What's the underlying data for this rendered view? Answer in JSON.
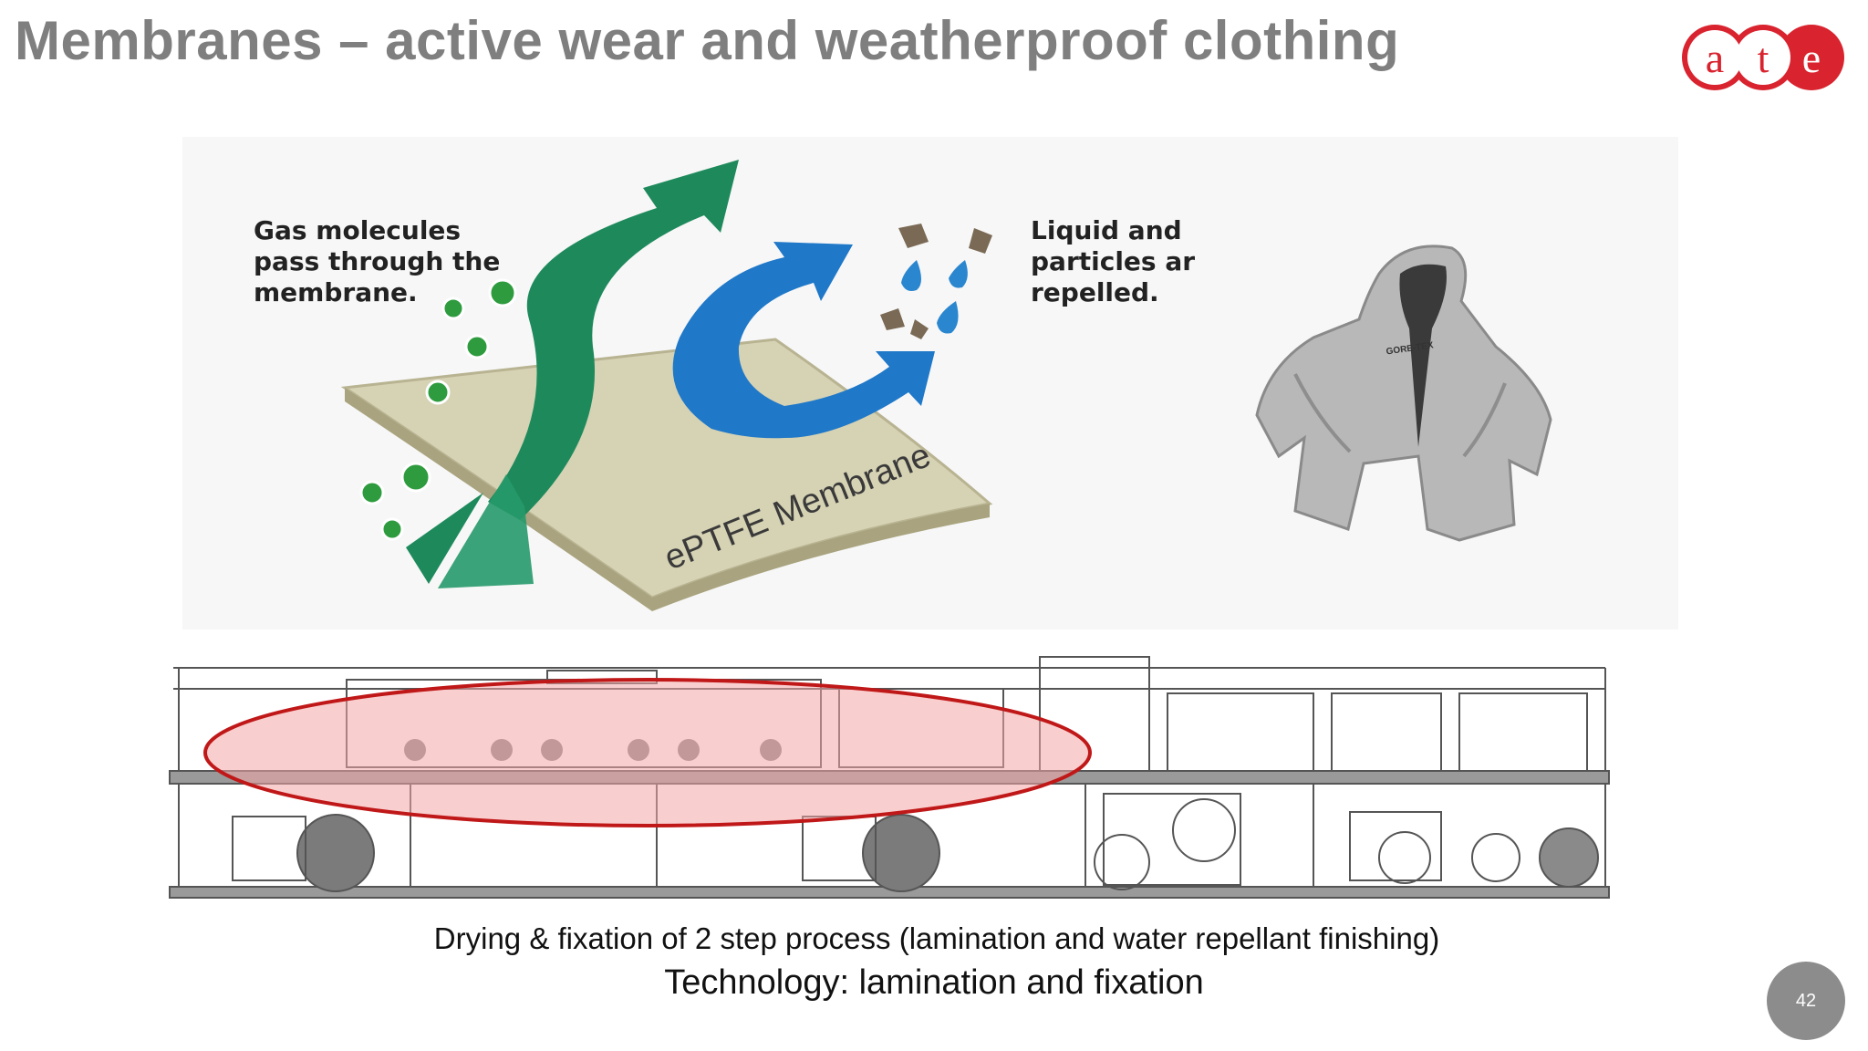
{
  "slide": {
    "title": "Membranes – active wear and weatherproof clothing",
    "page_number": "42"
  },
  "logo": {
    "letters": [
      "a",
      "t",
      "e"
    ],
    "brand_color": "#d9232e"
  },
  "membrane_figure": {
    "gas_label": [
      "Gas molecules",
      "pass through the",
      "membrane."
    ],
    "liquid_label": [
      "Liquid and",
      "particles ar",
      "repelled."
    ],
    "membrane_label": "ePTFE Membrane",
    "colors": {
      "gas_arrow": "#1e8a5c",
      "liquid_arrow": "#1f78c8",
      "membrane": "#d6d2b4"
    }
  },
  "jacket": {
    "brand_text": "GORE-TEX"
  },
  "machine_diagram": {
    "highlight_color": "#f4a6a6",
    "highlight_border": "#c01818"
  },
  "captions": {
    "process": "Drying & fixation of 2 step process (lamination and  water repellant finishing)",
    "technology": "Technology: lamination and fixation"
  }
}
